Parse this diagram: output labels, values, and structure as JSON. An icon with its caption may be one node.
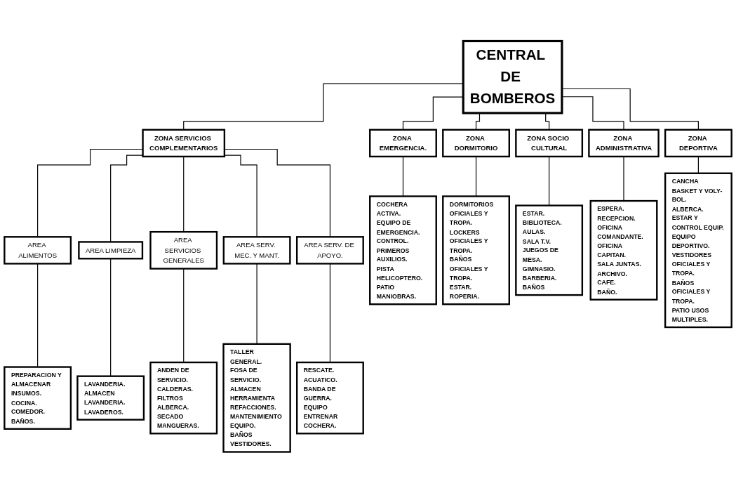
{
  "diagram": {
    "nodes": [
      {
        "text": [
          "CENTRAL DE BOMBEROS"
        ]
      },
      {
        "text": [
          "ZONA EMERGENCIA."
        ]
      },
      {
        "text": [
          "ZONA DORMITORIO"
        ]
      },
      {
        "text": [
          "ZONA SOCIO CULTURAL"
        ]
      },
      {
        "text": [
          "ZONA ADMINISTRATIVA"
        ]
      },
      {
        "text": [
          "ZONA DEPORTIVA"
        ]
      },
      {
        "text": [
          "ZONA SERVICIOS COMPLEMENTARIOS"
        ]
      },
      {
        "text": [
          "AREA ALIMENTOS"
        ]
      },
      {
        "text": [
          "AREA LIMPIEZA"
        ]
      },
      {
        "text": [
          "AREA SERVICIOS GENERALES"
        ]
      },
      {
        "text": [
          "AREA SERV. MEC. Y MANT."
        ]
      },
      {
        "text": [
          "AREA SERV. DE APOYO."
        ]
      },
      {
        "text": [
          "COCHERA ACTIVA.",
          "EQUIPO DE EMERGENCIA.",
          "CONTROL.",
          "PRIMEROS AUXILIOS.",
          "PISTA HELICOPTERO.",
          "PATIO MANIOBRAS."
        ]
      },
      {
        "text": [
          "DORMITORIOS OFICIALES Y TROPA.",
          "LOCKERS OFICIALES Y TROPA.",
          "BAÑOS OFICIALES Y TROPA.",
          "ESTAR.",
          "ROPERIA."
        ]
      },
      {
        "text": [
          "ESTAR.",
          "BIBLIOTECA.",
          "AULAS.",
          "SALA T.V.",
          "JUEGOS DE MESA.",
          "GIMNASIO.",
          "BARBERIA.",
          "BAÑOS"
        ]
      },
      {
        "text": [
          "ESPERA.",
          "RECEPCION.",
          "OFICINA COMANDANTE.",
          "OFICINA CAPITAN.",
          "SALA JUNTAS.",
          "ARCHIVO.",
          "CAFE.",
          "BAÑO."
        ]
      },
      {
        "text": [
          "CANCHA BASKET Y VOLY-BOL.",
          "ALBERCA.",
          "ESTAR Y CONTROL EQUIP.",
          "EQUIPO DEPORTIVO.",
          "VESTIDORES OFICIALES Y TROPA.",
          "BAÑOS OFICIALES Y TROPA.",
          "PATIO USOS MULTIPLES."
        ]
      },
      {
        "text": [
          "PREPARACION Y ALMACENAR INSUMOS.",
          "COCINA.",
          "COMEDOR.",
          "BAÑOS."
        ]
      },
      {
        "text": [
          "LAVANDERIA.",
          "ALMACEN LAVANDERIA.",
          "LAVADEROS."
        ]
      },
      {
        "text": [
          "ANDEN DE SERVICIO.",
          "CALDERAS.",
          "FILTROS ALBERCA.",
          "SECADO MANGUERAS."
        ]
      },
      {
        "text": [
          "TALLER GENERAL.",
          "FOSA DE SERVICIO.",
          "ALMACEN HERRAMIENTA REFACCIONES.",
          "MANTENIMIENTO EQUIPO.",
          "BAÑOS VESTIDORES."
        ]
      },
      {
        "text": [
          "RESCATE. ACUATICO.",
          "BANDA DE GUERRA.",
          "EQUIPO ENTRENAR",
          "COCHERA."
        ]
      }
    ],
    "edges": [
      {
        "from": 0,
        "to": 1,
        "arrow": "none"
      },
      {
        "from": 0,
        "to": 2,
        "arrow": "none"
      },
      {
        "from": 0,
        "to": 3,
        "arrow": "none"
      },
      {
        "from": 0,
        "to": 4,
        "arrow": "none"
      },
      {
        "from": 0,
        "to": 5,
        "arrow": "none"
      },
      {
        "from": 0,
        "to": 6,
        "arrow": "none"
      },
      {
        "from": 6,
        "to": 7,
        "arrow": "none"
      },
      {
        "from": 6,
        "to": 8,
        "arrow": "none"
      },
      {
        "from": 6,
        "to": 9,
        "arrow": "none"
      },
      {
        "from": 6,
        "to": 10,
        "arrow": "none"
      },
      {
        "from": 6,
        "to": 11,
        "arrow": "none"
      },
      {
        "from": 1,
        "to": 12,
        "arrow": "none"
      },
      {
        "from": 2,
        "to": 13,
        "arrow": "none"
      },
      {
        "from": 3,
        "to": 14,
        "arrow": "none"
      },
      {
        "from": 4,
        "to": 15,
        "arrow": "none"
      },
      {
        "from": 5,
        "to": 16,
        "arrow": "none"
      },
      {
        "from": 7,
        "to": 17,
        "arrow": "none"
      },
      {
        "from": 8,
        "to": 18,
        "arrow": "none"
      },
      {
        "from": 9,
        "to": 19,
        "arrow": "none"
      },
      {
        "from": 10,
        "to": 20,
        "arrow": "none"
      },
      {
        "from": 11,
        "to": 21,
        "arrow": "none"
      }
    ]
  }
}
